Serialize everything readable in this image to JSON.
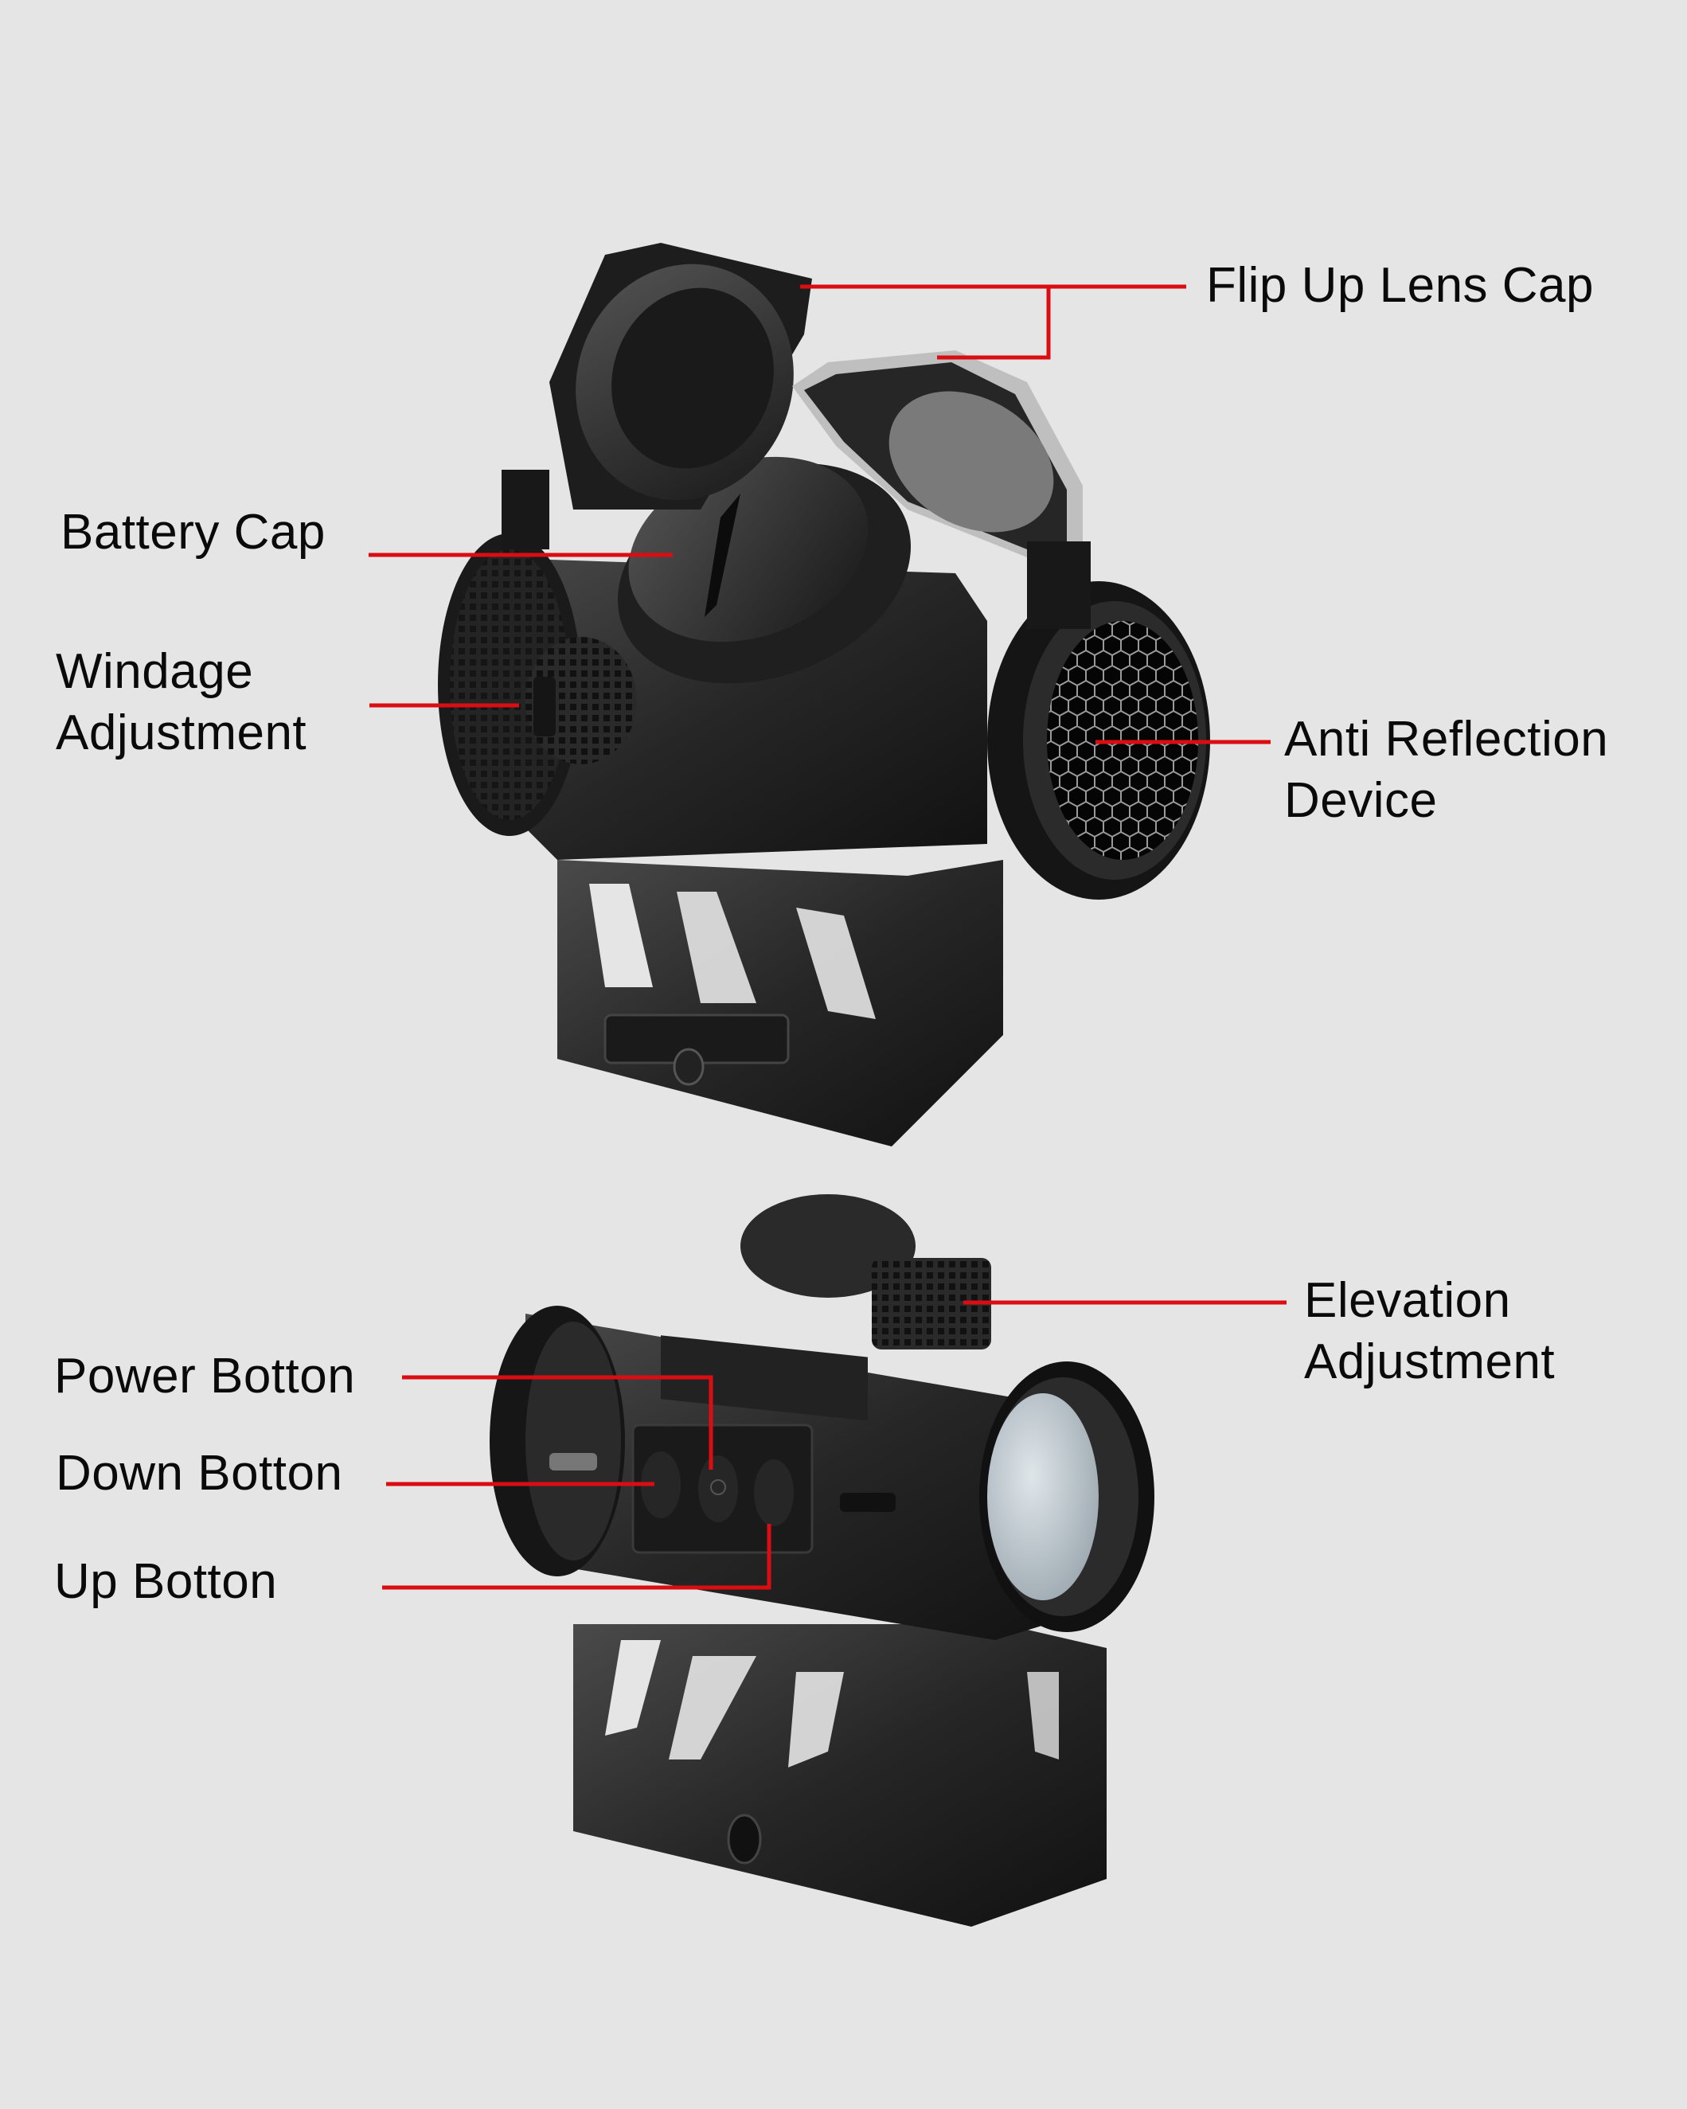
{
  "colors": {
    "background": "#e5e5e5",
    "leader_line": "#d90d12",
    "label_text": "#0a0a0a",
    "body_dark": "#1c1c1c",
    "body_mid": "#3a3a3a",
    "lens_glass": "#bcc6cc"
  },
  "top_view": {
    "labels": {
      "flip_up_lens_cap": "Flip Up Lens Cap",
      "battery_cap": "Battery Cap",
      "windage_line1": "Windage",
      "windage_line2": "Adjustment",
      "anti_reflection_line1": "Anti Reflection",
      "anti_reflection_line2": "Device"
    }
  },
  "bottom_view": {
    "labels": {
      "elevation_line1": "Elevation",
      "elevation_line2": "Adjustment",
      "power_button": "Power Botton",
      "down_button": "Down Botton",
      "up_button": "Up Botton"
    }
  }
}
